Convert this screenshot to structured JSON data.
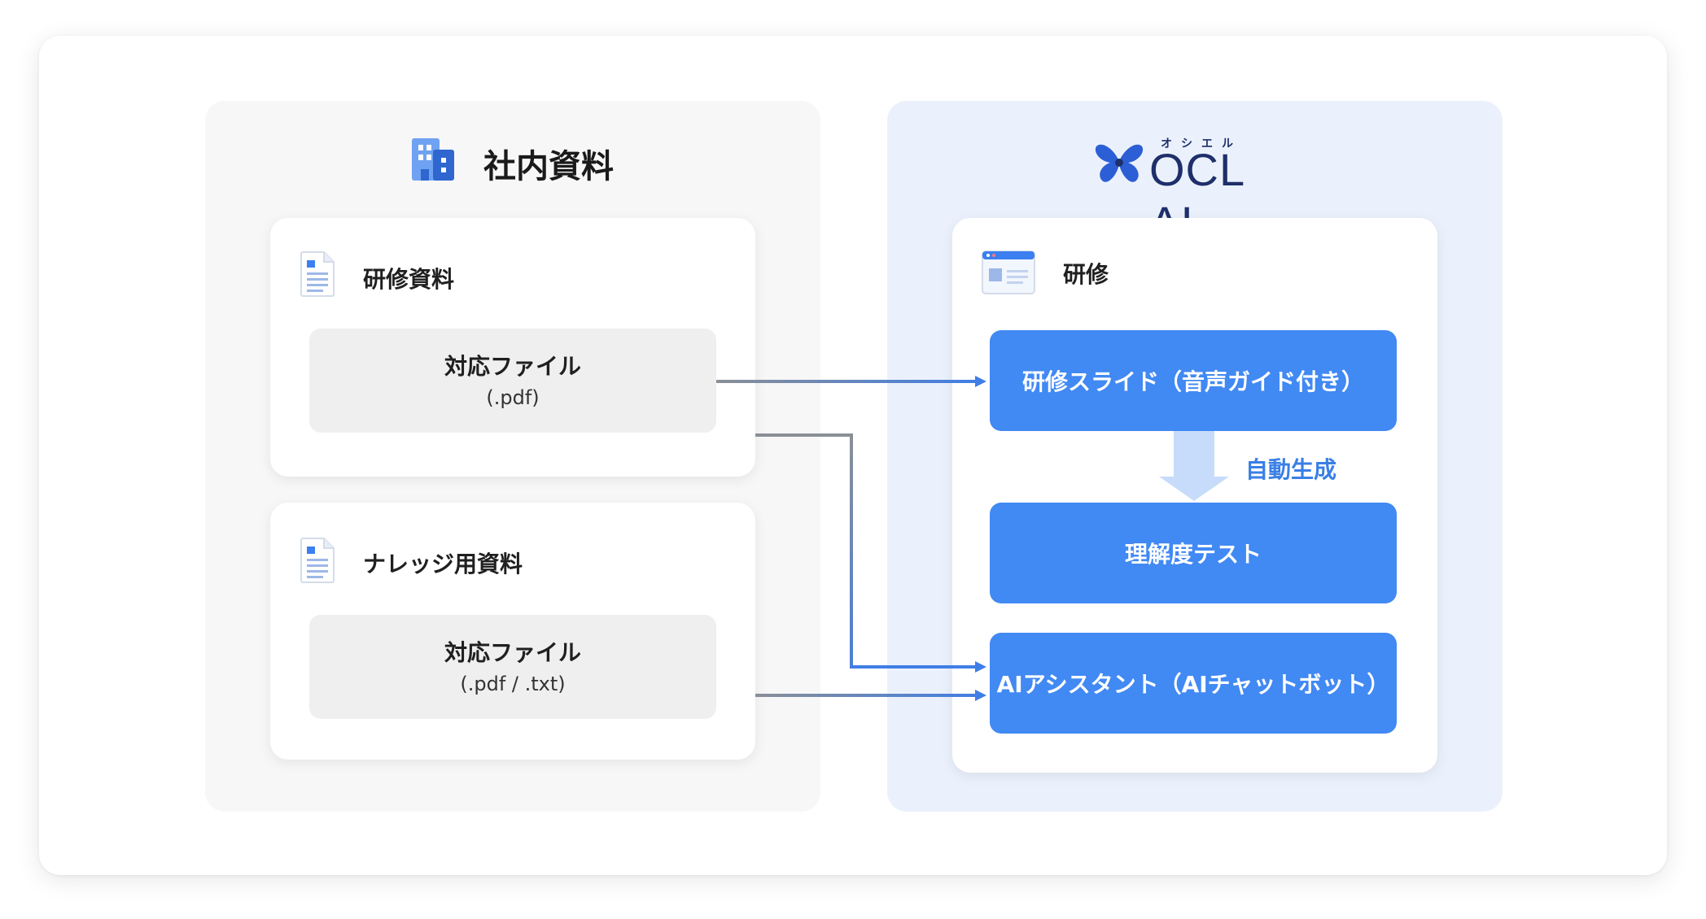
{
  "left_panel": {
    "title": "社内資料",
    "icon": "building-icon",
    "cards": [
      {
        "title": "研修資料",
        "icon": "document-icon",
        "file_title": "対応ファイル",
        "file_types": "(.pdf)"
      },
      {
        "title": "ナレッジ用資料",
        "icon": "document-icon",
        "file_title": "対応ファイル",
        "file_types": "(.pdf / .txt)"
      }
    ]
  },
  "right_panel": {
    "logo": {
      "kana": "オシエル",
      "text": "OCL AI",
      "icon": "butterfly-logo-icon"
    },
    "card": {
      "title": "研修",
      "icon": "browser-window-icon",
      "items": [
        "研修スライド（音声ガイド付き）",
        "理解度テスト",
        "AIアシスタント（AIチャットボット）"
      ],
      "auto_label": "自動生成"
    }
  },
  "colors": {
    "accent_blue": "#4189f3",
    "label_blue": "#3a7fe6",
    "logo_navy": "#1e2f6b",
    "connector_gray": "#8a8f96"
  }
}
